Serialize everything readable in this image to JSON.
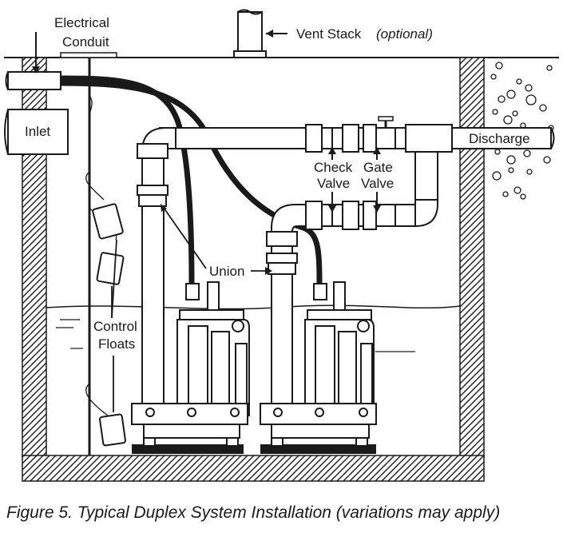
{
  "labels": {
    "electrical_conduit_line1": "Electrical",
    "electrical_conduit_line2": "Conduit",
    "vent_stack": "Vent Stack",
    "vent_stack_optional": "(optional)",
    "inlet": "Inlet",
    "discharge": "Discharge",
    "check_valve_line1": "Check",
    "check_valve_line2": "Valve",
    "gate_valve_line1": "Gate",
    "gate_valve_line2": "Valve",
    "union": "Union",
    "control_floats_line1": "Control",
    "control_floats_line2": "Floats"
  },
  "caption": "Figure 5. Typical Duplex System Installation (variations may apply)"
}
